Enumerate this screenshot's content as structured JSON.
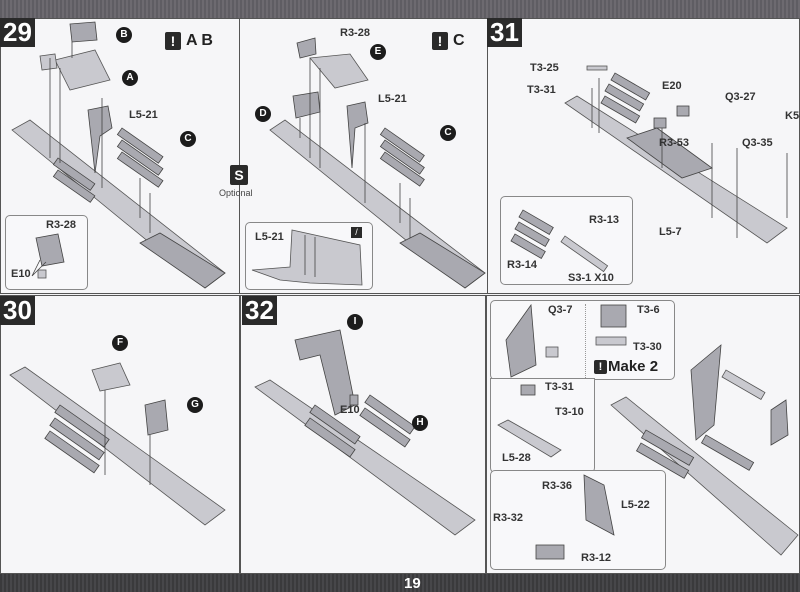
{
  "page_number": "19",
  "steps": {
    "s29": {
      "number": "29",
      "callouts": {
        "b": "B",
        "a": "A",
        "c": "C",
        "e": "E",
        "d": "D",
        "c2": "C"
      },
      "warning_left": "A B",
      "warning_right": "C",
      "labels": {
        "l5_21": "L5-21",
        "r3_28_top": "R3-28",
        "l5_21_right": "L5-21"
      },
      "inset_left": {
        "r3_28": "R3-28",
        "e10": "E10"
      },
      "inset_right": {
        "l5_21": "L5-21"
      },
      "optional_label": "Optional"
    },
    "s30": {
      "number": "30",
      "callouts": {
        "f": "F",
        "g": "G"
      }
    },
    "s31": {
      "number": "31",
      "labels": {
        "t3_25": "T3-25",
        "t3_31": "T3-31",
        "e20": "E20",
        "q3_27": "Q3-27",
        "k5": "K5-",
        "r3_53": "R3-53",
        "q3_35": "Q3-35",
        "l5_7": "L5-7"
      },
      "inset": {
        "r3_13": "R3-13",
        "r3_14": "R3-14",
        "s3_1": "S3-1 X10"
      }
    },
    "s32": {
      "number": "32",
      "callouts": {
        "i": "I",
        "h": "H"
      },
      "labels": {
        "e10": "E10"
      },
      "sub": {
        "q3_7": "Q3-7",
        "t3_6": "T3-6",
        "t3_30": "T3-30",
        "make": "Make 2",
        "t3_31": "T3-31",
        "t3_10": "T3-10",
        "l5_28": "L5-28",
        "r3_36": "R3-36",
        "l5_22": "L5-22",
        "r3_32": "R3-32",
        "r3_12": "R3-12"
      }
    }
  }
}
